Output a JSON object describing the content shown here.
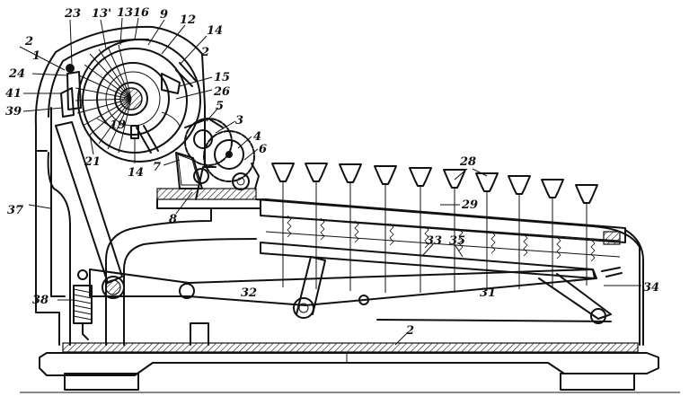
{
  "labels": {
    "l23": "23",
    "l13p": "13'",
    "l13": "13",
    "l16": "16",
    "l9": "9",
    "l12": "12",
    "l14a": "14",
    "l2a": "2",
    "l1": "1",
    "l2b": "2",
    "l24": "24",
    "l41": "41",
    "l39": "39",
    "l15": "15",
    "l26": "26",
    "l5": "5",
    "l3": "3",
    "l4": "4",
    "l6": "6",
    "l19": "19",
    "l21": "21",
    "l14b": "14",
    "l7": "7",
    "l8": "8",
    "l28": "28",
    "l29": "29",
    "l37": "37",
    "l33": "33",
    "l35": "35",
    "l32": "32",
    "l31": "31",
    "l38": "38",
    "l34": "34",
    "l2c": "2"
  }
}
